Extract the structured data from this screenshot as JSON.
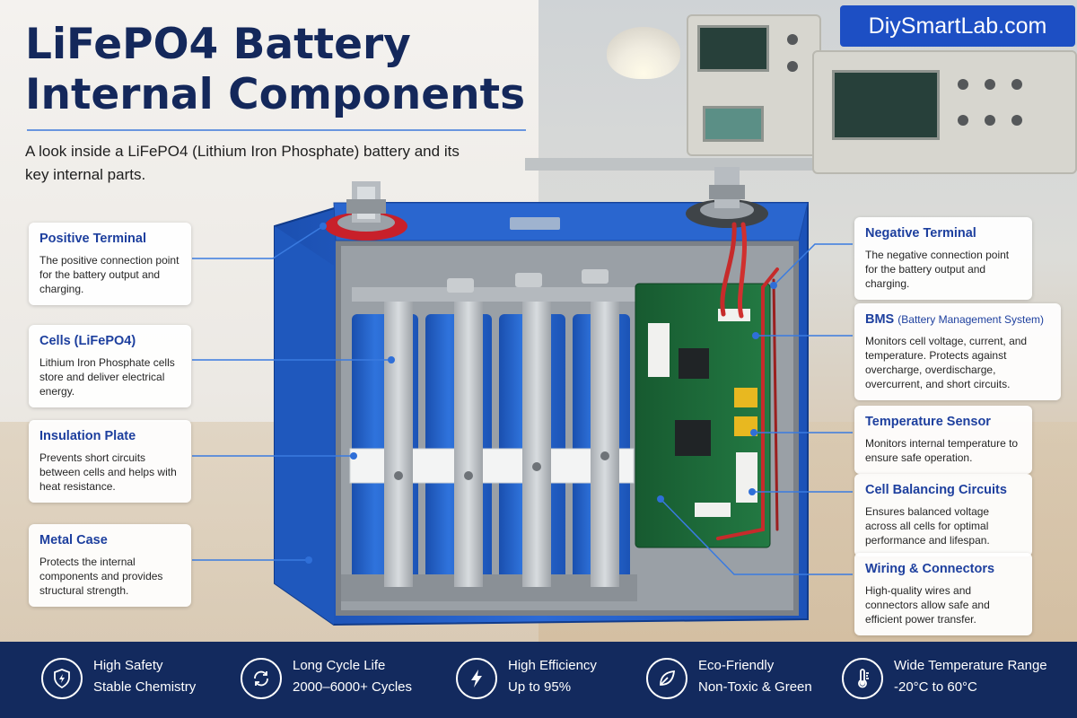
{
  "header": {
    "title_line1": "LiFePO4 Battery",
    "title_line2": "Internal Components",
    "subtitle": "A look inside a LiFePO4 (Lithium Iron Phosphate) battery and its key internal parts."
  },
  "brand": "DiySmartLab.com",
  "callouts_left": [
    {
      "title": "Positive Terminal",
      "text": "The positive connection point for the battery output and charging."
    },
    {
      "title": "Cells (LiFePO4)",
      "text": "Lithium Iron Phosphate cells store and deliver electrical energy."
    },
    {
      "title": "Insulation Plate",
      "text": "Prevents short circuits between cells and helps with heat resistance."
    },
    {
      "title": "Metal Case",
      "text": "Protects the internal components and provides structural strength."
    }
  ],
  "callouts_right": [
    {
      "title": "Negative Terminal",
      "text": "The negative connection point for the battery output and charging."
    },
    {
      "title": "BMS",
      "title_suffix": "(Battery Management System)",
      "text": "Monitors cell voltage, current, and temperature. Protects against overcharge, overdischarge, overcurrent, and short circuits."
    },
    {
      "title": "Temperature Sensor",
      "text": "Monitors internal temperature to ensure safe operation."
    },
    {
      "title": "Cell Balancing Circuits",
      "text": "Ensures balanced voltage across all cells for optimal performance and lifespan."
    },
    {
      "title": "Wiring & Connectors",
      "text": "High-quality wires and connectors allow safe and efficient power transfer."
    }
  ],
  "features": [
    {
      "icon": "shield-icon",
      "line1": "High Safety",
      "line2": "Stable Chemistry"
    },
    {
      "icon": "cycle-icon",
      "line1": "Long Cycle Life",
      "line2": "2000–6000+ Cycles"
    },
    {
      "icon": "lightning-icon",
      "line1": "High Efficiency",
      "line2": "Up to 95%"
    },
    {
      "icon": "leaf-icon",
      "line1": "Eco-Friendly",
      "line2": "Non-Toxic & Green"
    },
    {
      "icon": "thermometer-icon",
      "line1": "Wide Temperature Range",
      "line2": "-20°C to 60°C"
    }
  ],
  "colors": {
    "title": "#14285b",
    "accent": "#1d4fc4",
    "callout_title": "#1d3f9e",
    "footer": "#132a5e",
    "case": "#2563c9",
    "cell": "#1e5fc6",
    "pcb": "#1f6b3a",
    "leader": "#3a7be0"
  }
}
